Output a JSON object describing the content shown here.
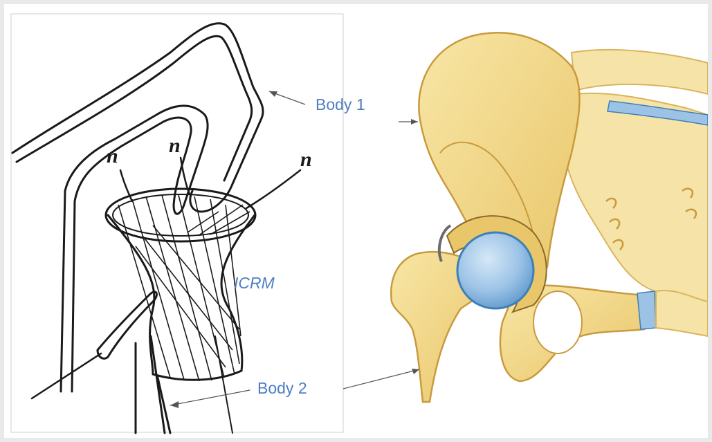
{
  "labels": {
    "body1": "Body 1",
    "body2": "Body 2",
    "icrm": "ICRM",
    "n": "n"
  },
  "colors": {
    "label_blue": "#4d7fc4",
    "bone": "#f3d98a",
    "bone_dark": "#e0b85a",
    "cartilage": "#9cc3e6",
    "cartilage_dark": "#3d7fb8",
    "ink": "#1a1a1a"
  }
}
